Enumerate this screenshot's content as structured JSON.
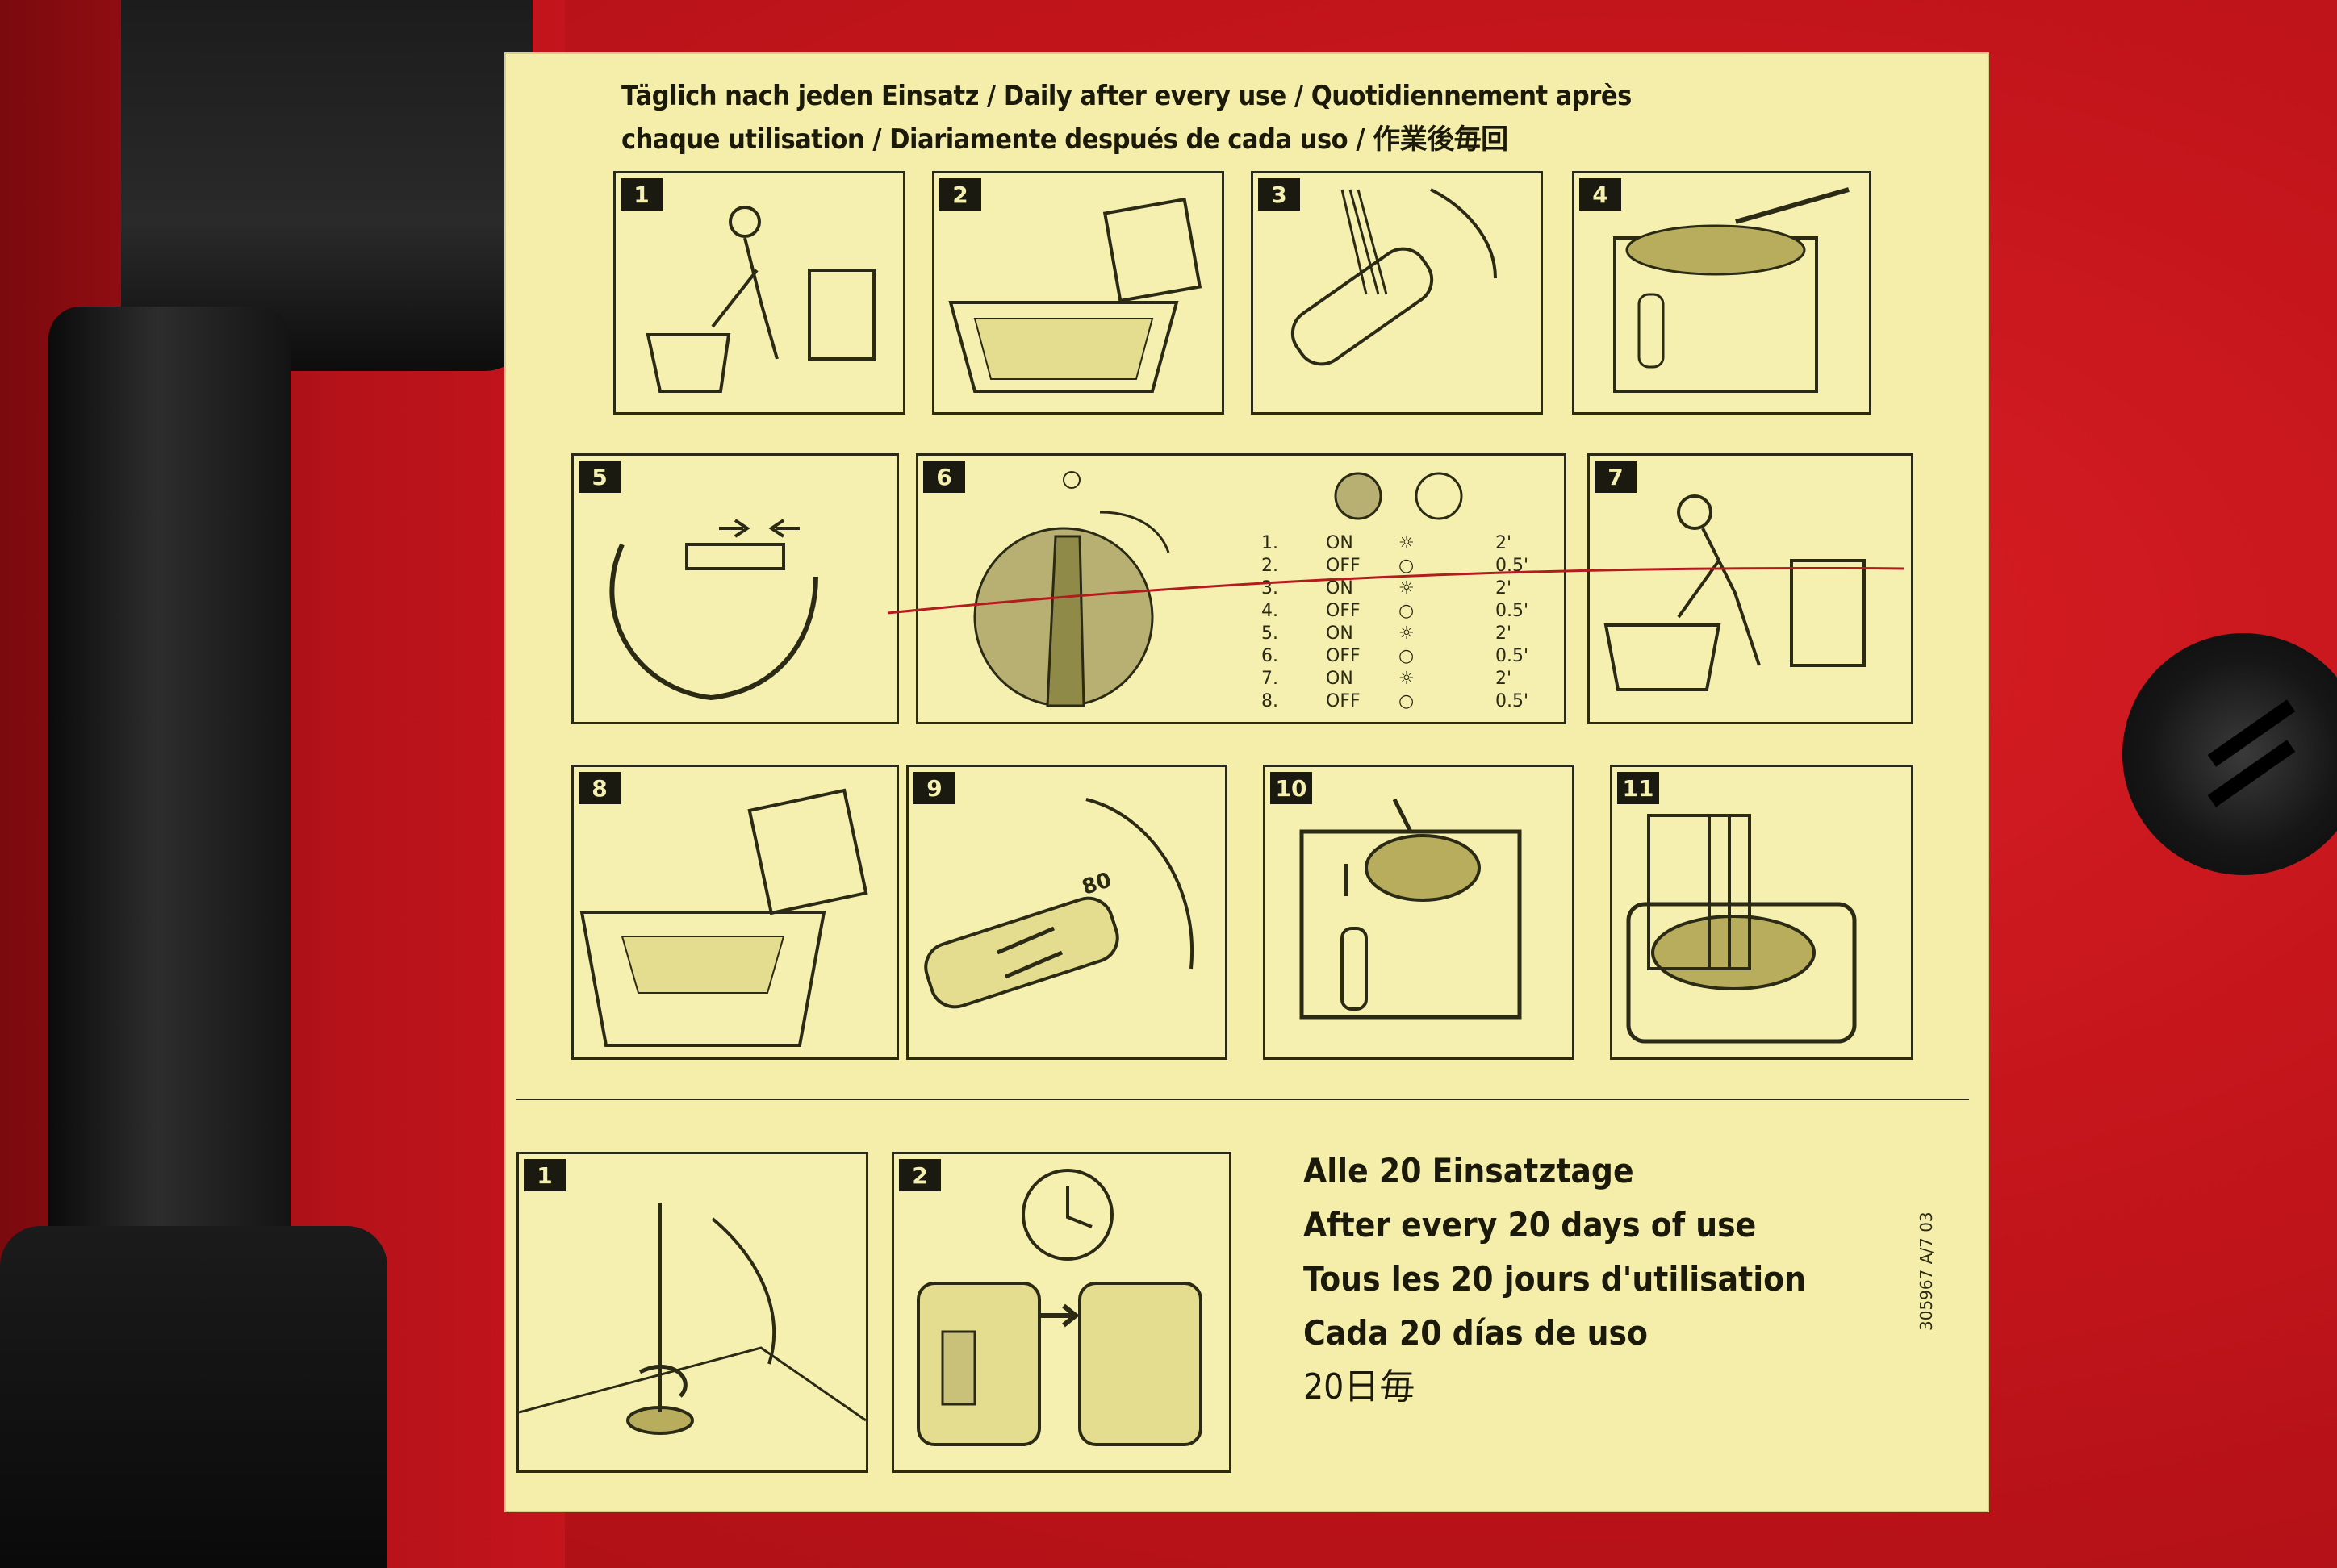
{
  "header": {
    "line1": "Täglich nach jeden Einsatz / Daily after every use / Quotidiennement après",
    "line2": "chaque utilisation / Diariamente después de cada uso / 作業後毎回"
  },
  "daily_steps": [
    {
      "number": "1"
    },
    {
      "number": "2"
    },
    {
      "number": "3"
    },
    {
      "number": "4"
    },
    {
      "number": "5"
    },
    {
      "number": "6"
    },
    {
      "number": "7"
    },
    {
      "number": "8"
    },
    {
      "number": "9"
    },
    {
      "number": "10"
    },
    {
      "number": "11"
    }
  ],
  "timer_table": [
    {
      "index": "1.",
      "state": "ON",
      "time": "2'"
    },
    {
      "index": "2.",
      "state": "OFF",
      "time": "0.5'"
    },
    {
      "index": "3.",
      "state": "ON",
      "time": "2'"
    },
    {
      "index": "4.",
      "state": "OFF",
      "time": "0.5'"
    },
    {
      "index": "5.",
      "state": "ON",
      "time": "2'"
    },
    {
      "index": "6.",
      "state": "OFF",
      "time": "0.5'"
    },
    {
      "index": "7.",
      "state": "ON",
      "time": "2'"
    },
    {
      "index": "8.",
      "state": "OFF",
      "time": "0.5'"
    }
  ],
  "periodic_steps": [
    {
      "number": "1"
    },
    {
      "number": "2"
    }
  ],
  "every20": {
    "de": "Alle 20 Einsatztage",
    "en": "After every 20 days of use",
    "fr": "Tous les 20 jours d'utilisation",
    "es": "Cada 20 días de uso",
    "jp": "20日毎"
  },
  "dial_label": "80",
  "part_code": "305967  A/7 03",
  "colors": {
    "label_bg": "#f4eeaa",
    "ink": "#1b1a0a",
    "housing_red": "#c4141c",
    "handle": "#1a1a1a"
  }
}
